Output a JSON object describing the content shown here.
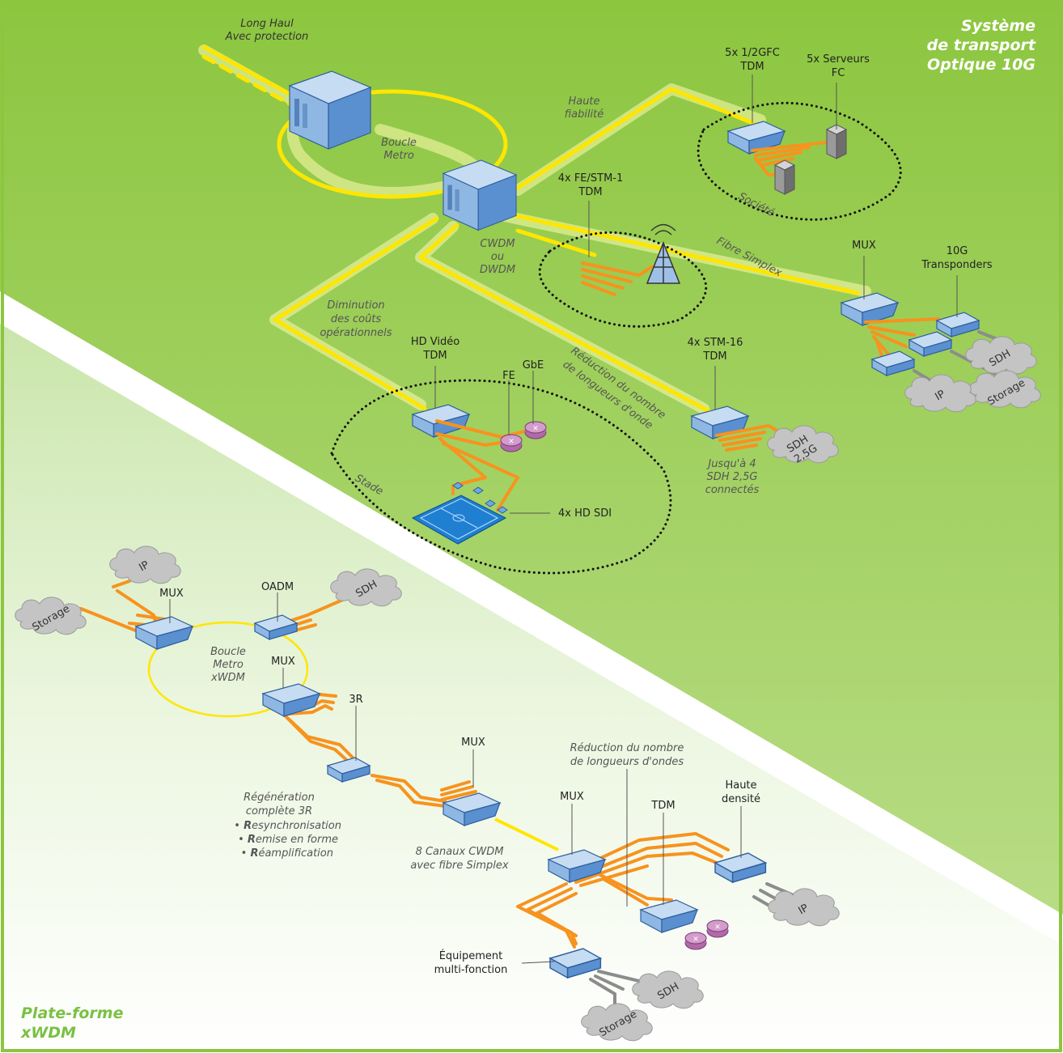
{
  "corner_labels": {
    "top_right": [
      "Système",
      "de transport",
      "Optique 10G"
    ],
    "bottom_left": [
      "Plate-forme",
      "xWDM"
    ]
  },
  "labels": {
    "long_haul": [
      "Long Haul",
      "Avec protection"
    ],
    "boucle_metro": [
      "Boucle",
      "Metro"
    ],
    "haute_fiabilite": [
      "Haute",
      "fiabilité"
    ],
    "gfc_tdm": [
      "5x 1/2GFC",
      "TDM"
    ],
    "serveurs_fc": [
      "5x Serveurs",
      "FC"
    ],
    "societe": "Société",
    "fe_stm1": [
      "4x FE/STM-1",
      "TDM"
    ],
    "cwdm_dwdm": [
      "CWDM",
      "ou",
      "DWDM"
    ],
    "fibre_simplex": "Fibre Simplex",
    "mux_top": "MUX",
    "transponders": [
      "10G",
      "Transponders"
    ],
    "sdh": "SDH",
    "ip": "IP",
    "storage": "Storage",
    "diminution": [
      "Diminution",
      "des coûts",
      "opérationnels"
    ],
    "hd_video": [
      "HD Vidéo",
      "TDM"
    ],
    "fe": "FE",
    "gbe": "GbE",
    "reduction_top": [
      "Réduction du nombre",
      "de longueurs d'onde"
    ],
    "stm16": [
      "4x STM-16",
      "TDM"
    ],
    "sdh_25g": [
      "SDH",
      "2,5G"
    ],
    "jusqua": [
      "Jusqu'à 4",
      "SDH 2,5G",
      "connectés"
    ],
    "stade": "Stade",
    "hd_sdi": "4x HD SDI",
    "oadm": "OADM",
    "mux": "MUX",
    "boucle_xwdm": [
      "Boucle",
      "Metro",
      "xWDM"
    ],
    "three_r": "3R",
    "regeneration": [
      "Régénération",
      "complète 3R"
    ],
    "regen_items": [
      {
        "bold": "R",
        "rest": "esynchronisation"
      },
      {
        "bold": "R",
        "rest": "emise en forme"
      },
      {
        "bold": "R",
        "rest": "éamplification"
      }
    ],
    "canaux": [
      "8 Canaux CWDM",
      "avec fibre Simplex"
    ],
    "reduction_bottom": [
      "Réduction du nombre",
      "de longueurs d'ondes"
    ],
    "tdm": "TDM",
    "haute_densite": [
      "Haute",
      "densité"
    ],
    "equipement": [
      "Équipement",
      "multi-fonction"
    ]
  },
  "colors": {
    "green_dark": "#8cc63f",
    "green_light": "#e8f5d9",
    "fiber_yellow": "#ffe600",
    "fiber_orange": "#f7931e",
    "corner_text": "#ffffff",
    "corner_text_bottom": "#7ac143"
  }
}
